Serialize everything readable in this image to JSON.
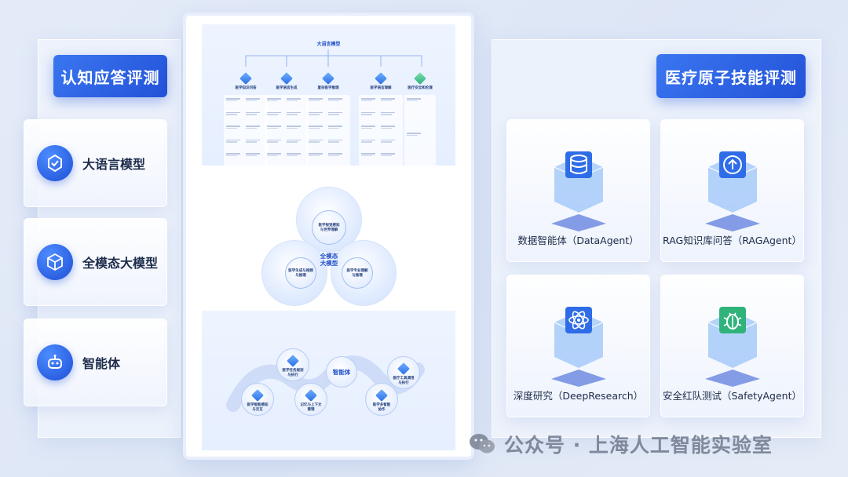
{
  "left": {
    "title": "认知应答评测",
    "items": [
      {
        "label": "大语言模型",
        "icon": "hexagon-cube-icon"
      },
      {
        "label": "全模态大模型",
        "icon": "box-3d-icon"
      },
      {
        "label": "智能体",
        "icon": "robot-icon"
      }
    ]
  },
  "right": {
    "title": "医疗原子技能评测",
    "items": [
      {
        "label": "数据智能体（DataAgent）",
        "icon": "database-icon"
      },
      {
        "label": "RAG知识库问答（RAGAgent）",
        "icon": "knowledge-upload-icon"
      },
      {
        "label": "深度研究（DeepResearch）",
        "icon": "atom-icon"
      },
      {
        "label": "安全红队测试（SafetyAgent）",
        "icon": "bug-shield-icon"
      }
    ]
  },
  "center": {
    "llm": {
      "title": "大语言模型",
      "nodes": [
        "医学知识问答",
        "医学语言生成",
        "复杂医学推理",
        "医学语言理解",
        "医疗安全和伦理"
      ]
    },
    "omni": {
      "hub": "全模态\n大模型",
      "lobes": [
        "医学视觉感知\n与世界理解",
        "医学生成与视频\n与推理",
        "医学专业理解\n与推理"
      ]
    },
    "agent": {
      "hub": "智能体",
      "nodes": [
        "医学任务规划\n与执行",
        "医疗工具调用\n与执行",
        "医学智能感知\n与交互",
        "记忆与上下文\n管理",
        "医学多智能\n协作"
      ]
    }
  },
  "watermark": "公众号 · 上海人工智能实验室"
}
